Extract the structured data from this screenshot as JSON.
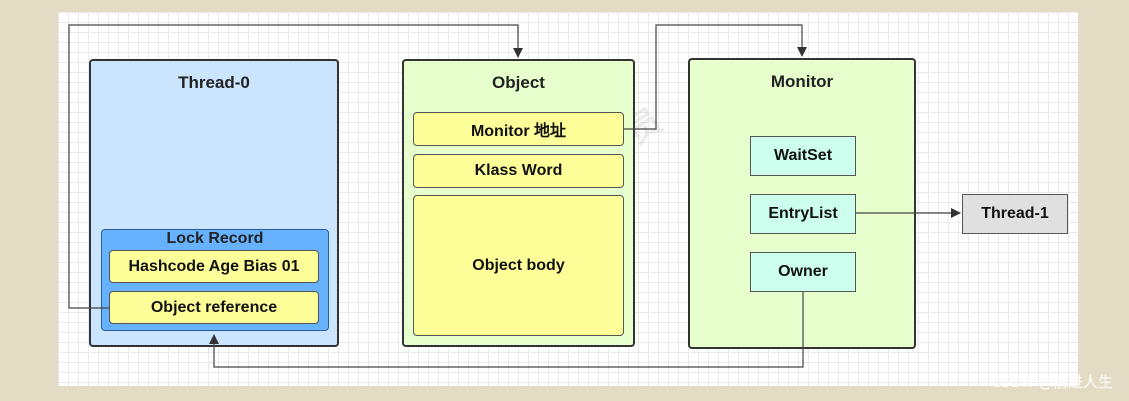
{
  "thread0": {
    "title": "Thread-0",
    "lock_record": {
      "title": "Lock Record",
      "hashcode": "Hashcode Age Bias 01",
      "object_reference": "Object reference"
    }
  },
  "object": {
    "title": "Object",
    "monitor_addr": "Monitor 地址",
    "klass_word": "Klass Word",
    "body": "Object body"
  },
  "monitor": {
    "title": "Monitor",
    "waitset": "WaitSet",
    "entrylist": "EntryList",
    "owner": "Owner"
  },
  "thread1": {
    "label": "Thread-1"
  },
  "watermark": "黑马程序员",
  "credit": "CSDN @前进人生",
  "colors": {
    "thread0_fill": "#cce5ff",
    "lock_record_fill": "#66b2ff",
    "object_fill": "#e6ffcc",
    "monitor_fill": "#e6ffcc",
    "yellow_cell": "#ffff99",
    "mint_cell": "#ccffee",
    "thread1_fill": "#e0e0e0"
  }
}
